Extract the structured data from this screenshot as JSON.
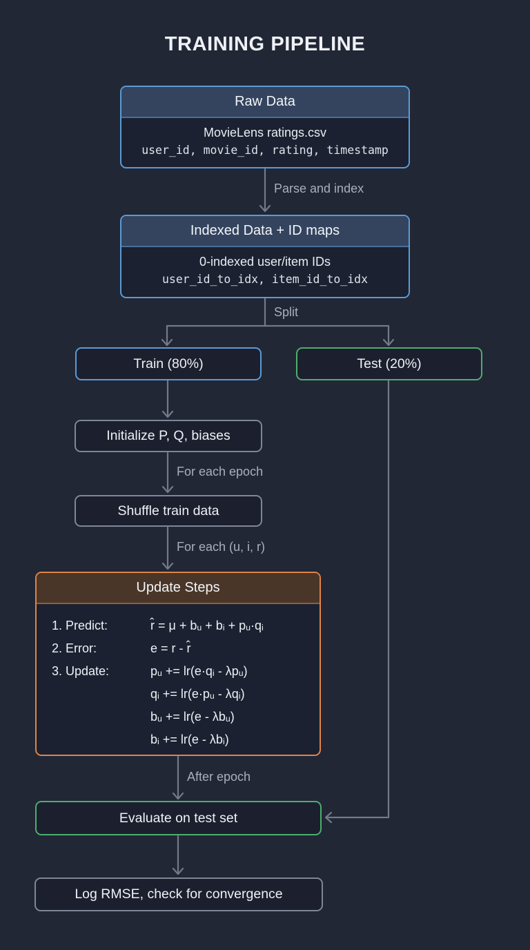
{
  "title": "TRAINING PIPELINE",
  "colors": {
    "background": "#222735",
    "blue_border": "#5b9bd5",
    "blue_header_fill": "#34445e",
    "green_border": "#4caf6e",
    "orange_border": "#e08449",
    "orange_header_fill": "#4a3628",
    "gray_border": "#7e8798",
    "arrow": "#727a8a",
    "edge_label_text": "#a7afbe",
    "text": "#eef1f5"
  },
  "nodes": {
    "raw_data": {
      "header": "Raw Data",
      "line1": "MovieLens ratings.csv",
      "line2": "user_id, movie_id, rating, timestamp"
    },
    "indexed_data": {
      "header": "Indexed Data + ID maps",
      "line1": "0-indexed user/item IDs",
      "line2": "user_id_to_idx, item_id_to_idx"
    },
    "train": {
      "label": "Train (80%)"
    },
    "test": {
      "label": "Test (20%)"
    },
    "initialize": {
      "label": "Initialize P, Q, biases"
    },
    "shuffle": {
      "label": "Shuffle train data"
    },
    "update_steps": {
      "header": "Update Steps",
      "steps": [
        {
          "label": "1. Predict:",
          "lines": [
            "r̂ = μ + bᵤ + bᵢ + pᵤ·qᵢ"
          ]
        },
        {
          "label": "2. Error:",
          "lines": [
            "e = r - r̂"
          ]
        },
        {
          "label": "3. Update:",
          "lines": [
            "pᵤ +=  lr(e·qᵢ - λpᵤ)",
            "qᵢ +=  lr(e·pᵤ - λqᵢ)",
            "bᵤ +=  lr(e - λbᵤ)",
            "bᵢ +=  lr(e - λbᵢ)"
          ]
        }
      ]
    },
    "evaluate": {
      "label": "Evaluate on test set"
    },
    "log": {
      "label": "Log RMSE, check for convergence"
    }
  },
  "edge_labels": {
    "parse": "Parse and index",
    "split": "Split",
    "epoch": "For each epoch",
    "uir": "For each (u, i, r)",
    "after": "After epoch"
  }
}
